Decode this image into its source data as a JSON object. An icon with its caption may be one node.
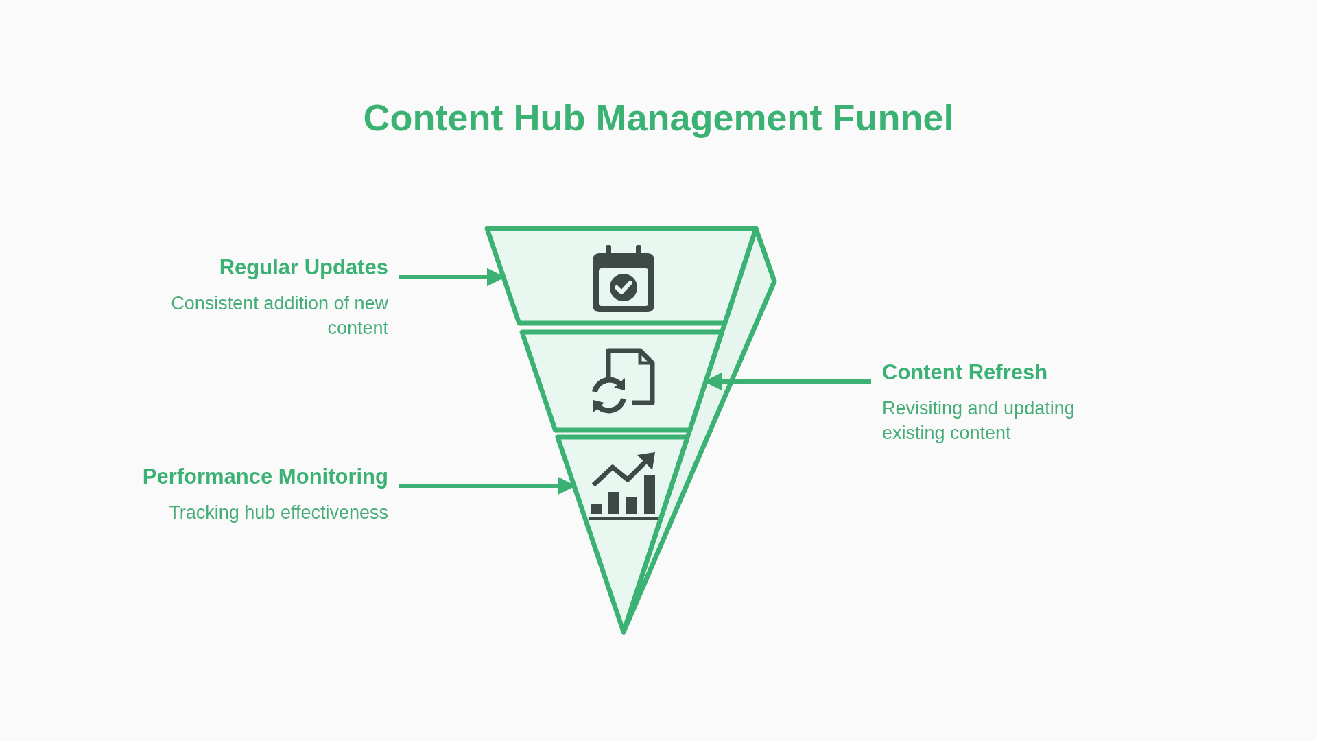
{
  "diagram": {
    "title": "Content Hub Management Funnel",
    "nodes": [
      {
        "text": [
          "Regular Updates",
          "Consistent addition of new content"
        ]
      },
      {
        "text": [],
        "shape": "trapezoid"
      },
      {
        "text": [],
        "shape": "trapezoid"
      },
      {
        "text": [
          "Content Refresh",
          "Revisiting and updating existing content"
        ]
      },
      {
        "text": [
          "Performance Monitoring",
          "Tracking hub effectiveness"
        ]
      },
      {
        "text": [],
        "shape": "triangle"
      }
    ],
    "edges": [
      {
        "from": 0,
        "to": 1,
        "arrow": "to"
      },
      {
        "from": 3,
        "to": 2,
        "arrow": "to"
      },
      {
        "from": 4,
        "to": 5,
        "arrow": "to"
      }
    ]
  }
}
